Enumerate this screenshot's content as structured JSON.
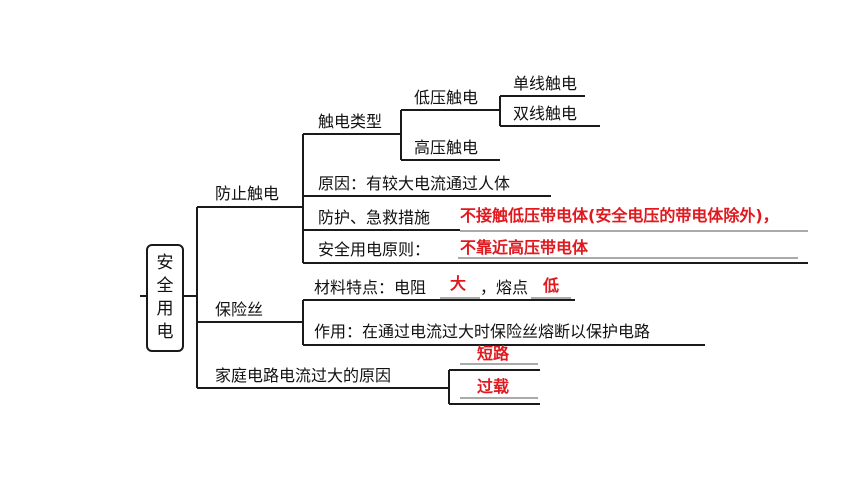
{
  "root": {
    "label": "安\n全\n用\n电",
    "chars": [
      "安",
      "全",
      "用",
      "电"
    ]
  },
  "branches": {
    "prevent": {
      "label": "防止触电",
      "types": {
        "label": "触电类型",
        "low_voltage": {
          "label": "低压触电",
          "single": "单线触电",
          "double": "双线触电"
        },
        "high_voltage": "高压触电"
      },
      "cause": "原因：有较大电流通过人体",
      "protection": {
        "label": "防护、急救措施",
        "answer": "不接触低压带电体(安全电压的带电体除外)，"
      },
      "principle": {
        "label": "安全用电原则：",
        "answer": "不靠近高压带电体"
      }
    },
    "fuse": {
      "label": "保险丝",
      "material": {
        "prefix": "材料特点：电阻",
        "answer1": "大",
        "mid": "，熔点",
        "answer2": "低"
      },
      "function": "作用：在通过电流过大时保险丝熔断以保护电路"
    },
    "overcurrent": {
      "label": "家庭电路电流过大的原因",
      "answers": [
        "短路",
        "过载"
      ]
    }
  },
  "colors": {
    "line": "#1a1a1a",
    "answer": "#e0191f"
  }
}
